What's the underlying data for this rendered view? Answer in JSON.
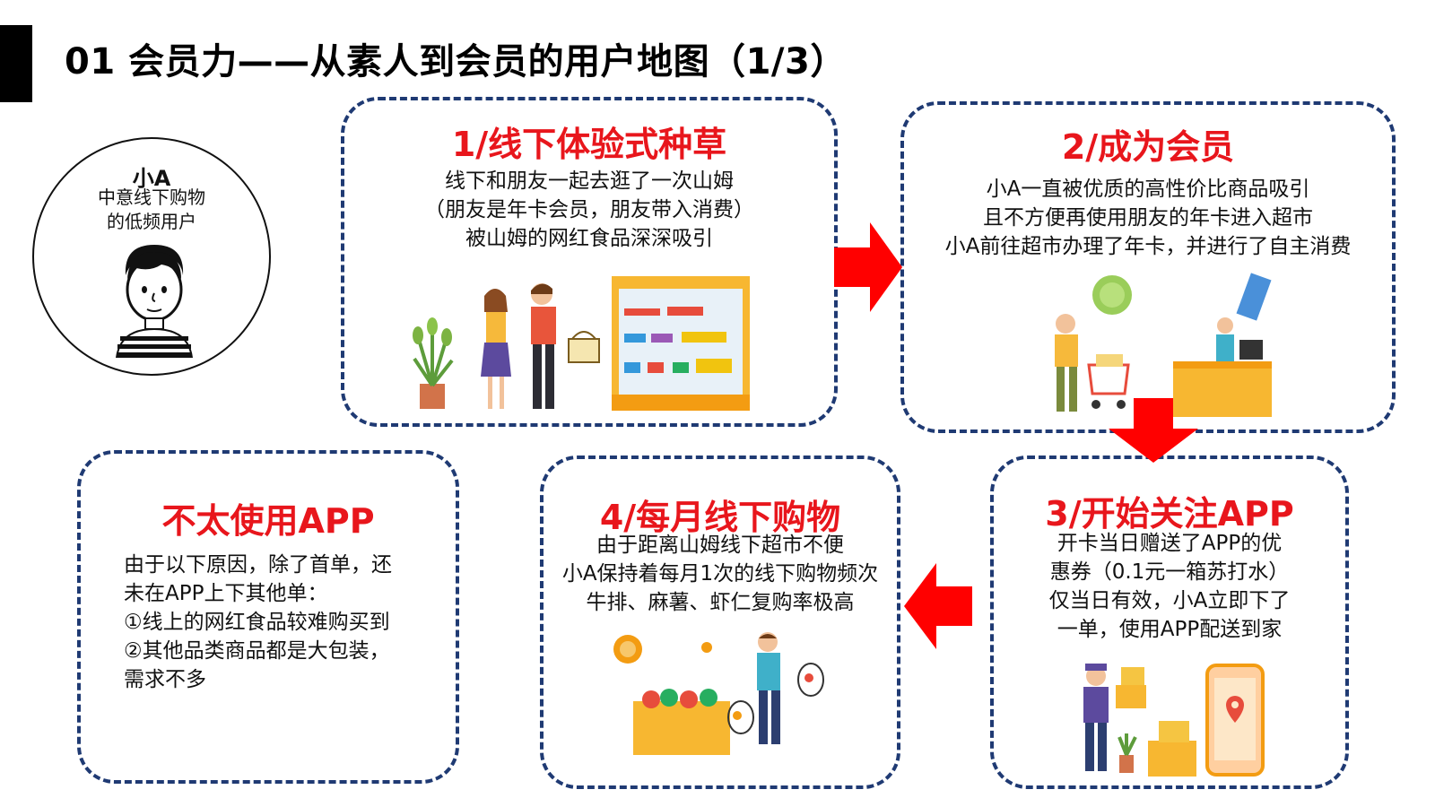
{
  "header": {
    "title": "01 会员力——从素人到会员的用户地图（1/3）"
  },
  "persona": {
    "name": "小A",
    "desc_lines": [
      "中意线下购物",
      "的低频用户"
    ]
  },
  "steps": [
    {
      "title": "1/线下体验式种草",
      "lines": [
        "线下和朋友一起去逛了一次山姆",
        "（朋友是年卡会员，朋友带入消费）",
        "被山姆的网红食品深深吸引"
      ]
    },
    {
      "title": "2/成为会员",
      "lines": [
        "小A一直被优质的高性价比商品吸引",
        "且不方便再使用朋友的年卡进入超市",
        "小A前往超市办理了年卡，并进行了自主消费"
      ]
    },
    {
      "title": "3/开始关注APP",
      "lines": [
        "开卡当日赠送了APP的优",
        "惠券（0.1元一箱苏打水）",
        "仅当日有效，小A立即下了",
        "一单，使用APP配送到家"
      ]
    },
    {
      "title": "4/每月线下购物",
      "lines": [
        "由于距离山姆线下超市不便",
        "小A保持着每月1次的线下购物频次",
        "牛排、麻薯、虾仁复购率极高"
      ]
    },
    {
      "title": "不太使用APP",
      "lines": [
        "由于以下原因，除了首单，还",
        "未在APP上下其他单：",
        "①线上的网红食品较难购买到",
        "②其他品类商品都是大包装，",
        "需求不多"
      ]
    }
  ],
  "colors": {
    "accent_red": "#e8161c",
    "border_navy": "#1f3a73",
    "arrow_red": "#ff0000"
  }
}
